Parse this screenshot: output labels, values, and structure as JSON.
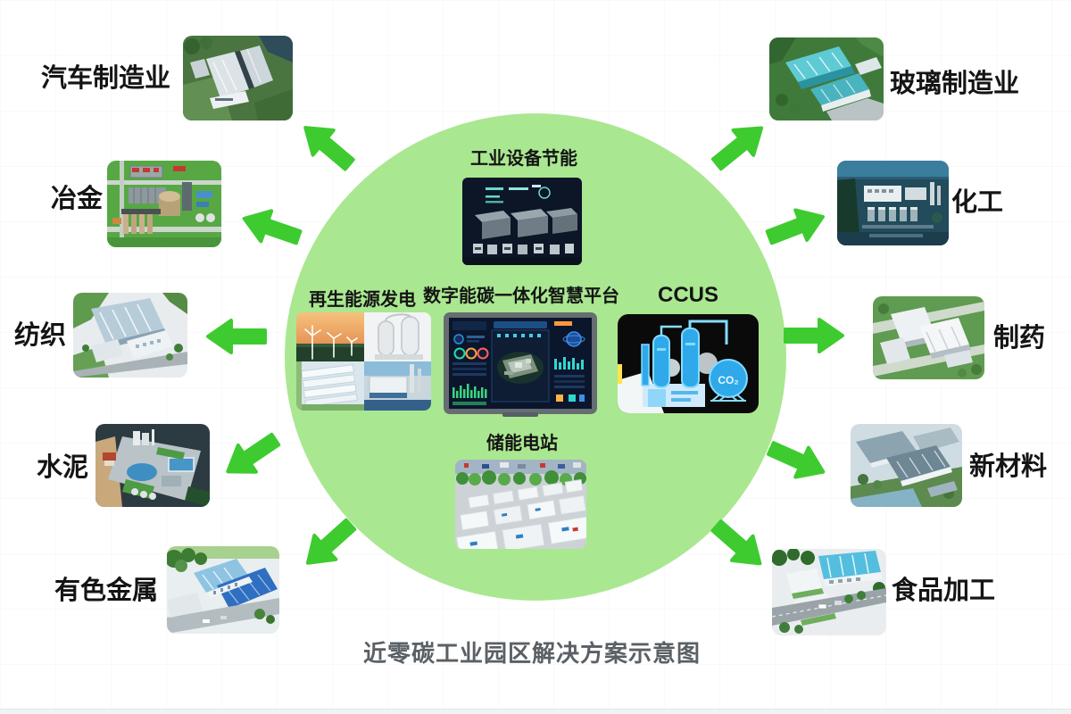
{
  "diagram": {
    "caption": "近零碳工业园区解决方案示意图",
    "colors": {
      "circle_fill": "#aae791",
      "arrow_green": "#3ecb30",
      "label_text": "#141414",
      "caption_text": "#5a6065"
    },
    "hub": {
      "top": {
        "label": "工业设备节能"
      },
      "center": {
        "label": "数字能碳一体化智慧平台"
      },
      "left": {
        "label": "再生能源发电"
      },
      "right": {
        "label": "CCUS",
        "co2_tag": "CO₂"
      },
      "bottom": {
        "label": "储能电站"
      }
    },
    "industries": {
      "left": [
        {
          "label": "汽车制造业"
        },
        {
          "label": "冶金"
        },
        {
          "label": "纺织"
        },
        {
          "label": "水泥"
        },
        {
          "label": "有色金属"
        }
      ],
      "right": [
        {
          "label": "玻璃制造业"
        },
        {
          "label": "化工"
        },
        {
          "label": "制药"
        },
        {
          "label": "新材料"
        },
        {
          "label": "食品加工"
        }
      ]
    }
  }
}
